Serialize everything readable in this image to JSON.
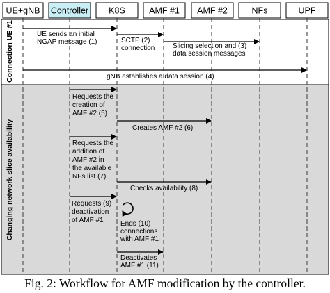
{
  "participants": [
    {
      "id": "ue",
      "label": "UE+gNB",
      "highlight": false
    },
    {
      "id": "ctrl",
      "label": "Controller",
      "highlight": true
    },
    {
      "id": "k8s",
      "label": "K8S",
      "highlight": false
    },
    {
      "id": "amf1",
      "label": "AMF #1",
      "highlight": false
    },
    {
      "id": "amf2",
      "label": "AMF #2",
      "highlight": false
    },
    {
      "id": "nfs",
      "label": "NFs",
      "highlight": false
    },
    {
      "id": "upf",
      "label": "UPF",
      "highlight": false
    }
  ],
  "phases": [
    {
      "id": "connection",
      "label": "Connection UE #1"
    },
    {
      "id": "slice",
      "label": "Changing network slice availability"
    }
  ],
  "messages": [
    {
      "id": "ue-initial-ngap",
      "from": "ue",
      "to": "k8s",
      "lines": [
        "UE sends an initial",
        "NGAP message (1)"
      ]
    },
    {
      "id": "sctp-connection",
      "from": "k8s",
      "to": "amf1",
      "lines": [
        "SCTP (2)",
        "connection"
      ]
    },
    {
      "id": "slicing-selection",
      "from": "amf1",
      "to": "nfs",
      "lines": [
        "Slicing selection and (3)",
        "data session messages"
      ]
    },
    {
      "id": "gnb-data-session",
      "from": "ue",
      "to": "upf",
      "lines": [
        "gNB establishes a data session (4)"
      ]
    },
    {
      "id": "request-creation",
      "from": "ctrl",
      "to": "k8s",
      "lines": [
        "Requests the",
        "creation of",
        "AMF #2 (5)"
      ]
    },
    {
      "id": "creates-amf2",
      "from": "k8s",
      "to": "amf2",
      "lines": [
        "Creates AMF #2 (6)"
      ]
    },
    {
      "id": "request-addition",
      "from": "ctrl",
      "to": "k8s",
      "lines": [
        "Requests the",
        "addition of",
        "AMF #2 in",
        "the available",
        "NFs list (7)"
      ]
    },
    {
      "id": "checks-availability",
      "from": "k8s",
      "to": "amf2",
      "lines": [
        "Checks availability (8)"
      ]
    },
    {
      "id": "request-deactivation",
      "from": "ctrl",
      "to": "k8s",
      "lines": [
        "Requests (9)",
        "deactivation",
        "of AMF #1"
      ]
    },
    {
      "id": "ends-connections",
      "from": "k8s",
      "to": "k8s",
      "lines": [
        "Ends (10)",
        "connections",
        "with AMF #1"
      ]
    },
    {
      "id": "deactivates-amf1",
      "from": "k8s",
      "to": "amf1",
      "lines": [
        "Deactivates",
        "AMF #1 (11)"
      ]
    }
  ],
  "caption": "Fig. 2: Workflow for AMF modification by the controller.",
  "colors": {
    "highlight_box": "#c9eef4",
    "phase_shade": "#d9d9d9",
    "arrow": "#000000",
    "lifeline": "#555555"
  }
}
